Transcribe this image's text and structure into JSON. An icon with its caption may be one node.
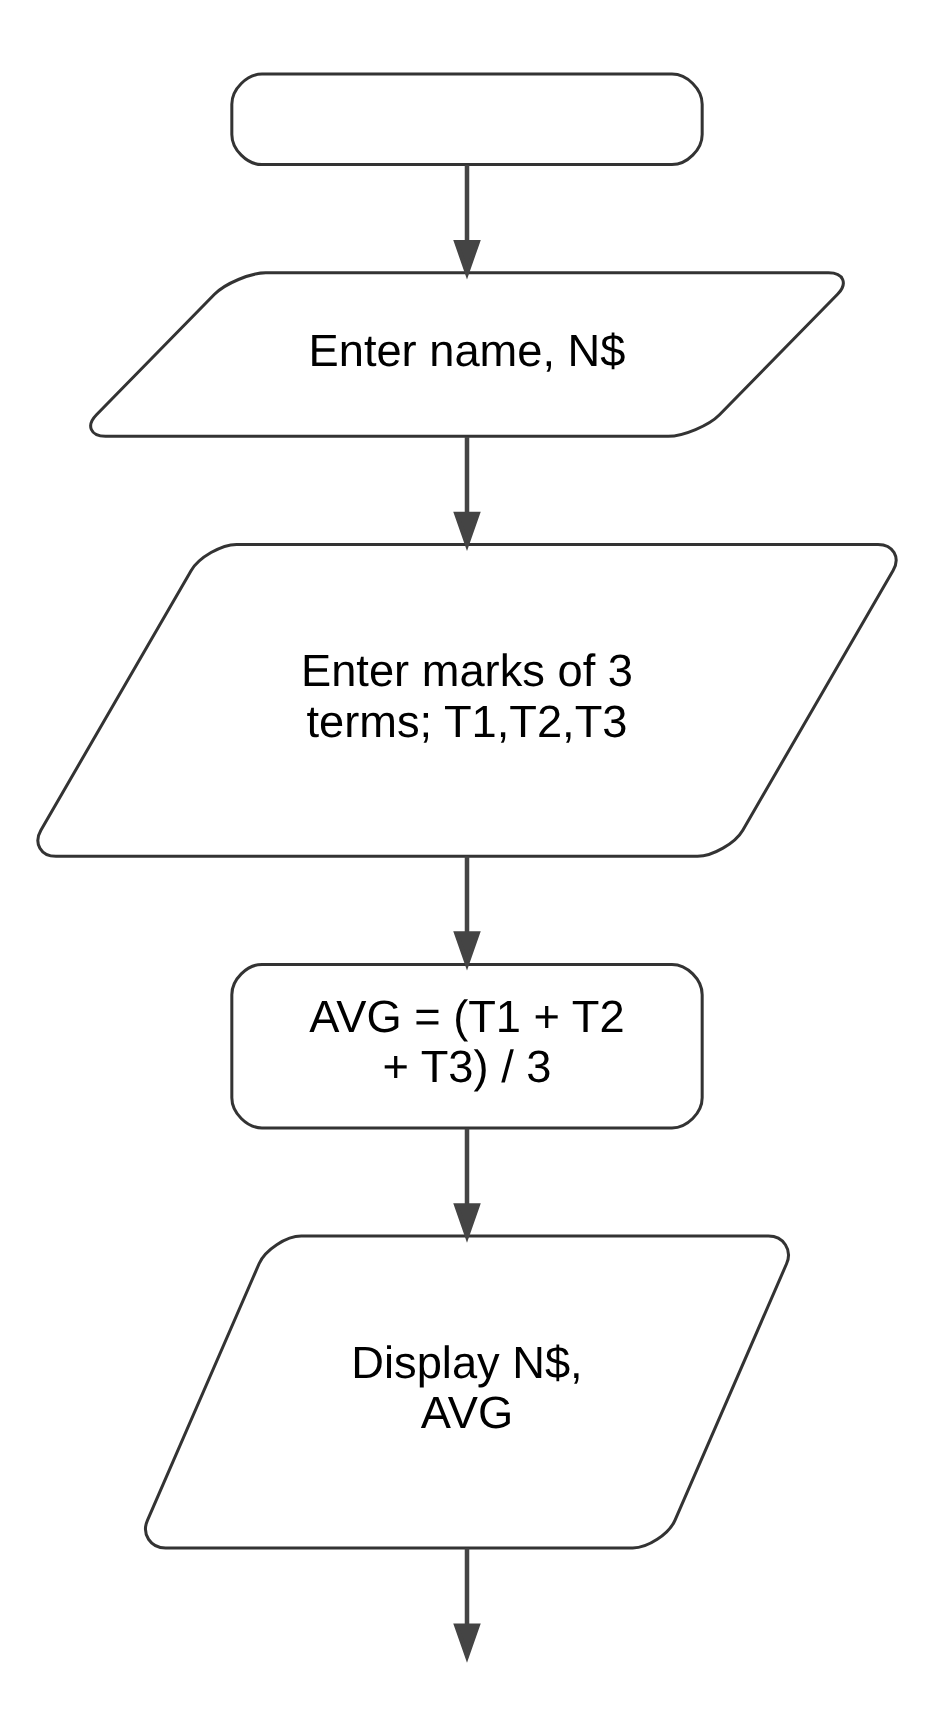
{
  "diagram": {
    "nodes": [
      {
        "text": [],
        "shape": "box"
      },
      {
        "text": [
          "Enter name, N$"
        ]
      },
      {
        "text": [
          "Enter marks of 3 terms; T1,T2,T3"
        ]
      },
      {
        "text": [
          "AVG = (T1 + T2 + T3) / 3"
        ]
      },
      {
        "text": [
          "Display N$, AVG"
        ]
      }
    ],
    "edges": [
      {
        "from": 0,
        "to": 1,
        "arrow": "to"
      },
      {
        "from": 1,
        "to": 2,
        "arrow": "to"
      },
      {
        "from": 2,
        "to": 3,
        "arrow": "to"
      },
      {
        "from": 3,
        "to": 4,
        "arrow": "to"
      },
      {
        "from": 4,
        "to": null,
        "arrow": "to"
      }
    ]
  }
}
